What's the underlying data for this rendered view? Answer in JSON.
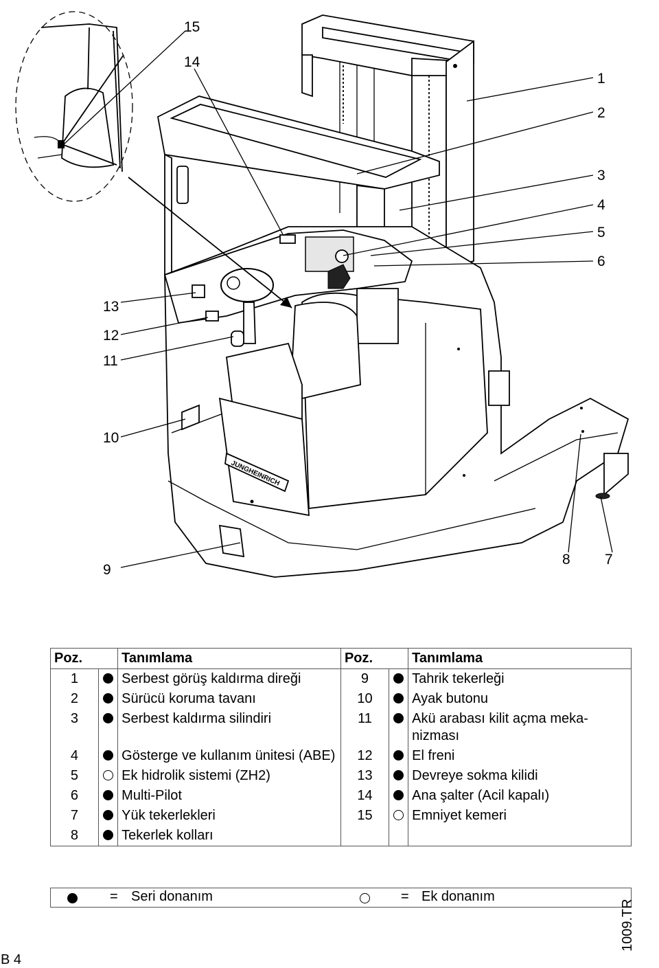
{
  "figure": {
    "callouts": [
      "1",
      "2",
      "3",
      "4",
      "5",
      "6",
      "7",
      "8",
      "9",
      "10",
      "11",
      "12",
      "13",
      "14",
      "15"
    ],
    "brand_label": "JUNGHEINRICH"
  },
  "table": {
    "headers": [
      "Poz.",
      "Tanımlama",
      "Poz.",
      "Tanımlama"
    ],
    "rows": [
      {
        "pos_a": "1",
        "sym_a": "standard",
        "desc_a": "Serbest görüş kaldırma direği",
        "pos_b": "9",
        "sym_b": "standard",
        "desc_b": "Tahrik tekerleği"
      },
      {
        "pos_a": "2",
        "sym_a": "standard",
        "desc_a": "Sürücü koruma tavanı",
        "pos_b": "10",
        "sym_b": "standard",
        "desc_b": "Ayak butonu"
      },
      {
        "pos_a": "3",
        "sym_a": "standard",
        "desc_a": "Serbest kaldırma silindiri",
        "pos_b": "11",
        "sym_b": "standard",
        "desc_b": "Akü arabası kilit açma meka-nizması"
      },
      {
        "pos_a": "4",
        "sym_a": "standard",
        "desc_a": "Gösterge ve kullanım ünitesi (ABE)",
        "pos_b": "12",
        "sym_b": "standard",
        "desc_b": "El freni"
      },
      {
        "pos_a": "5",
        "sym_a": "optional",
        "desc_a": "Ek hidrolik sistemi (ZH2)",
        "pos_b": "13",
        "sym_b": "standard",
        "desc_b": "Devreye sokma kilidi"
      },
      {
        "pos_a": "6",
        "sym_a": "standard",
        "desc_a": "Multi-Pilot",
        "pos_b": "14",
        "sym_b": "standard",
        "desc_b": "Ana şalter (Acil kapalı)"
      },
      {
        "pos_a": "7",
        "sym_a": "standard",
        "desc_a": "Yük tekerlekleri",
        "pos_b": "15",
        "sym_b": "optional",
        "desc_b": "Emniyet kemeri"
      },
      {
        "pos_a": "8",
        "sym_a": "standard",
        "desc_a": "Tekerlek kolları",
        "pos_b": "",
        "sym_b": "",
        "desc_b": ""
      }
    ]
  },
  "legend": {
    "standard_eq": "=",
    "standard_label": "Seri donanım",
    "optional_eq": "=",
    "optional_label": "Ek donanım"
  },
  "footer": {
    "doc_id": "1009.TR",
    "page": "B 4"
  }
}
